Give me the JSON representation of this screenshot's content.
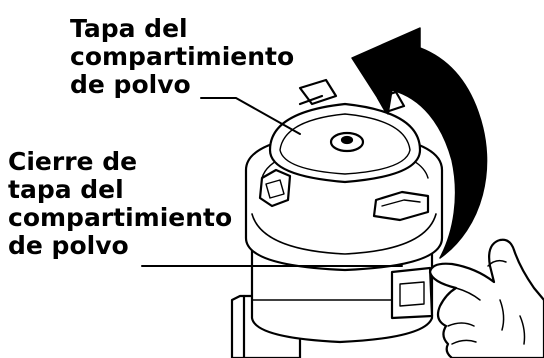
{
  "labels": {
    "lid": {
      "lines": [
        "Tapa del",
        "compartimiento",
        "de polvo"
      ]
    },
    "latch": {
      "lines": [
        "Cierre de",
        "tapa del",
        "compartimiento",
        "de polvo"
      ]
    }
  },
  "colors": {
    "ink": "#000000",
    "paper": "#ffffff"
  },
  "arrow": {
    "direction": "counterclockwise-open"
  }
}
